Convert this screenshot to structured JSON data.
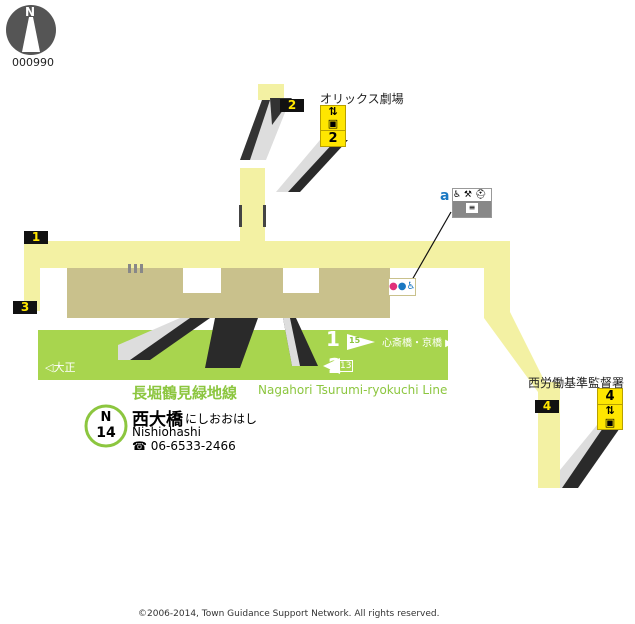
{
  "compass": {
    "letter": "N",
    "code": "000990"
  },
  "exits": {
    "e1": "1",
    "e2": "2",
    "e3": "3",
    "e4": "4"
  },
  "elevators": {
    "orix": "2",
    "rodo": "4"
  },
  "landmarks": {
    "orix": "オリックス劇場",
    "rodo": "西労働基準監督署"
  },
  "facility_marker": "a",
  "platform": {
    "track1": "1",
    "track2": "2",
    "track1_station_no": "15",
    "track1_direction": "心斎橋・京橋 ▶",
    "track2_station_no": "13",
    "track2_direction": "◁大正"
  },
  "line": {
    "name_ja": "長堀鶴見緑地線",
    "name_en": "Nagahori Tsurumi-ryokuchi Line"
  },
  "station": {
    "line_code": "N",
    "number": "14",
    "name_ja": "西大橋",
    "kana": "にしおおはし",
    "name_en": "Nishiohashi",
    "phone": "☎ 06-6533-2466"
  },
  "copyright": "©2006-2014, Town Guidance Support Network. All rights reserved.",
  "colors": {
    "concourse": "#f3f1a3",
    "platform_area": "#c9c18c",
    "line": "#a8d54e",
    "exit_box": "#111111",
    "elevator": "#ffe600"
  }
}
